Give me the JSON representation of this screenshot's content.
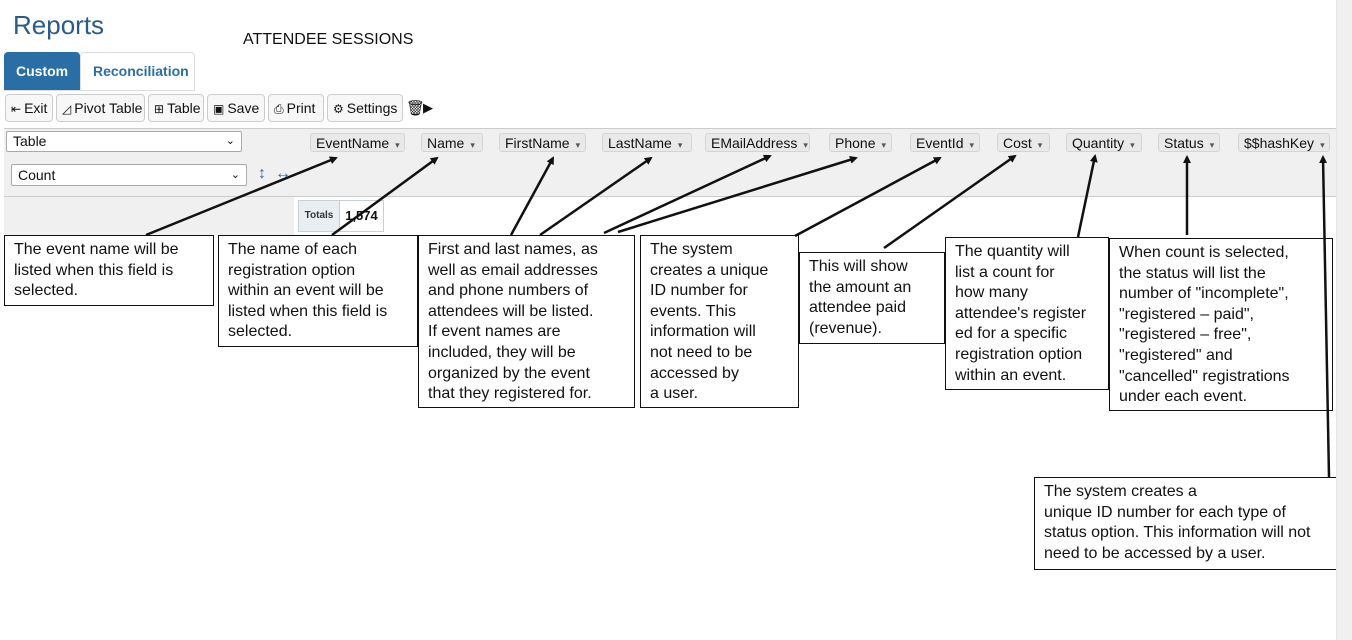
{
  "header": {
    "title": "Reports",
    "doc_title": "ATTENDEE SESSIONS"
  },
  "tabs": {
    "custom": "Custom",
    "reconciliation": "Reconciliation"
  },
  "toolbar": {
    "exit": "Exit",
    "pivot_table": "Pivot Table",
    "table": "Table",
    "save": "Save",
    "print": "Print",
    "settings": "Settings"
  },
  "renderer_select": {
    "value": "Table"
  },
  "aggregator_select": {
    "value": "Count"
  },
  "fields": [
    "EventName",
    "Name",
    "FirstName",
    "LastName",
    "EMailAddress",
    "Phone",
    "EventId",
    "Cost",
    "Quantity",
    "Status",
    "$$hashKey"
  ],
  "totals": {
    "label": "Totals",
    "value": "1,574"
  },
  "annotations": {
    "event_name": "The event name will be\nlisted when this field is\nselected.",
    "name": "The name of each\nregistration option\nwithin an event will be\nlisted when this field is\nselected.",
    "first_last": "First and last names, as\nwell as email addresses\nand phone numbers of\nattendees will be listed.\nIf event names are\nincluded, they will be\norganized by the event\nthat they registered for.",
    "event_id": "The system\ncreates a unique\nID number for\nevents. This\ninformation will\nnot need to be\naccessed by\na user.",
    "cost": "This will show\nthe amount an\nattendee paid\n(revenue).",
    "quantity": "The quantity will\nlist a count for\nhow many\nattendee's register\ned for a specific\nregistration option\nwithin an event.",
    "status": "When count is selected,\nthe status will list the\nnumber of \"incomplete\",\n\"registered – paid\",\n\"registered – free\",\n\"registered\" and\n\"cancelled\" registrations\nunder each event.",
    "hashkey": "The system creates a\nunique ID number for each type of\nstatus option. This information will not\nneed to be accessed by a user."
  }
}
